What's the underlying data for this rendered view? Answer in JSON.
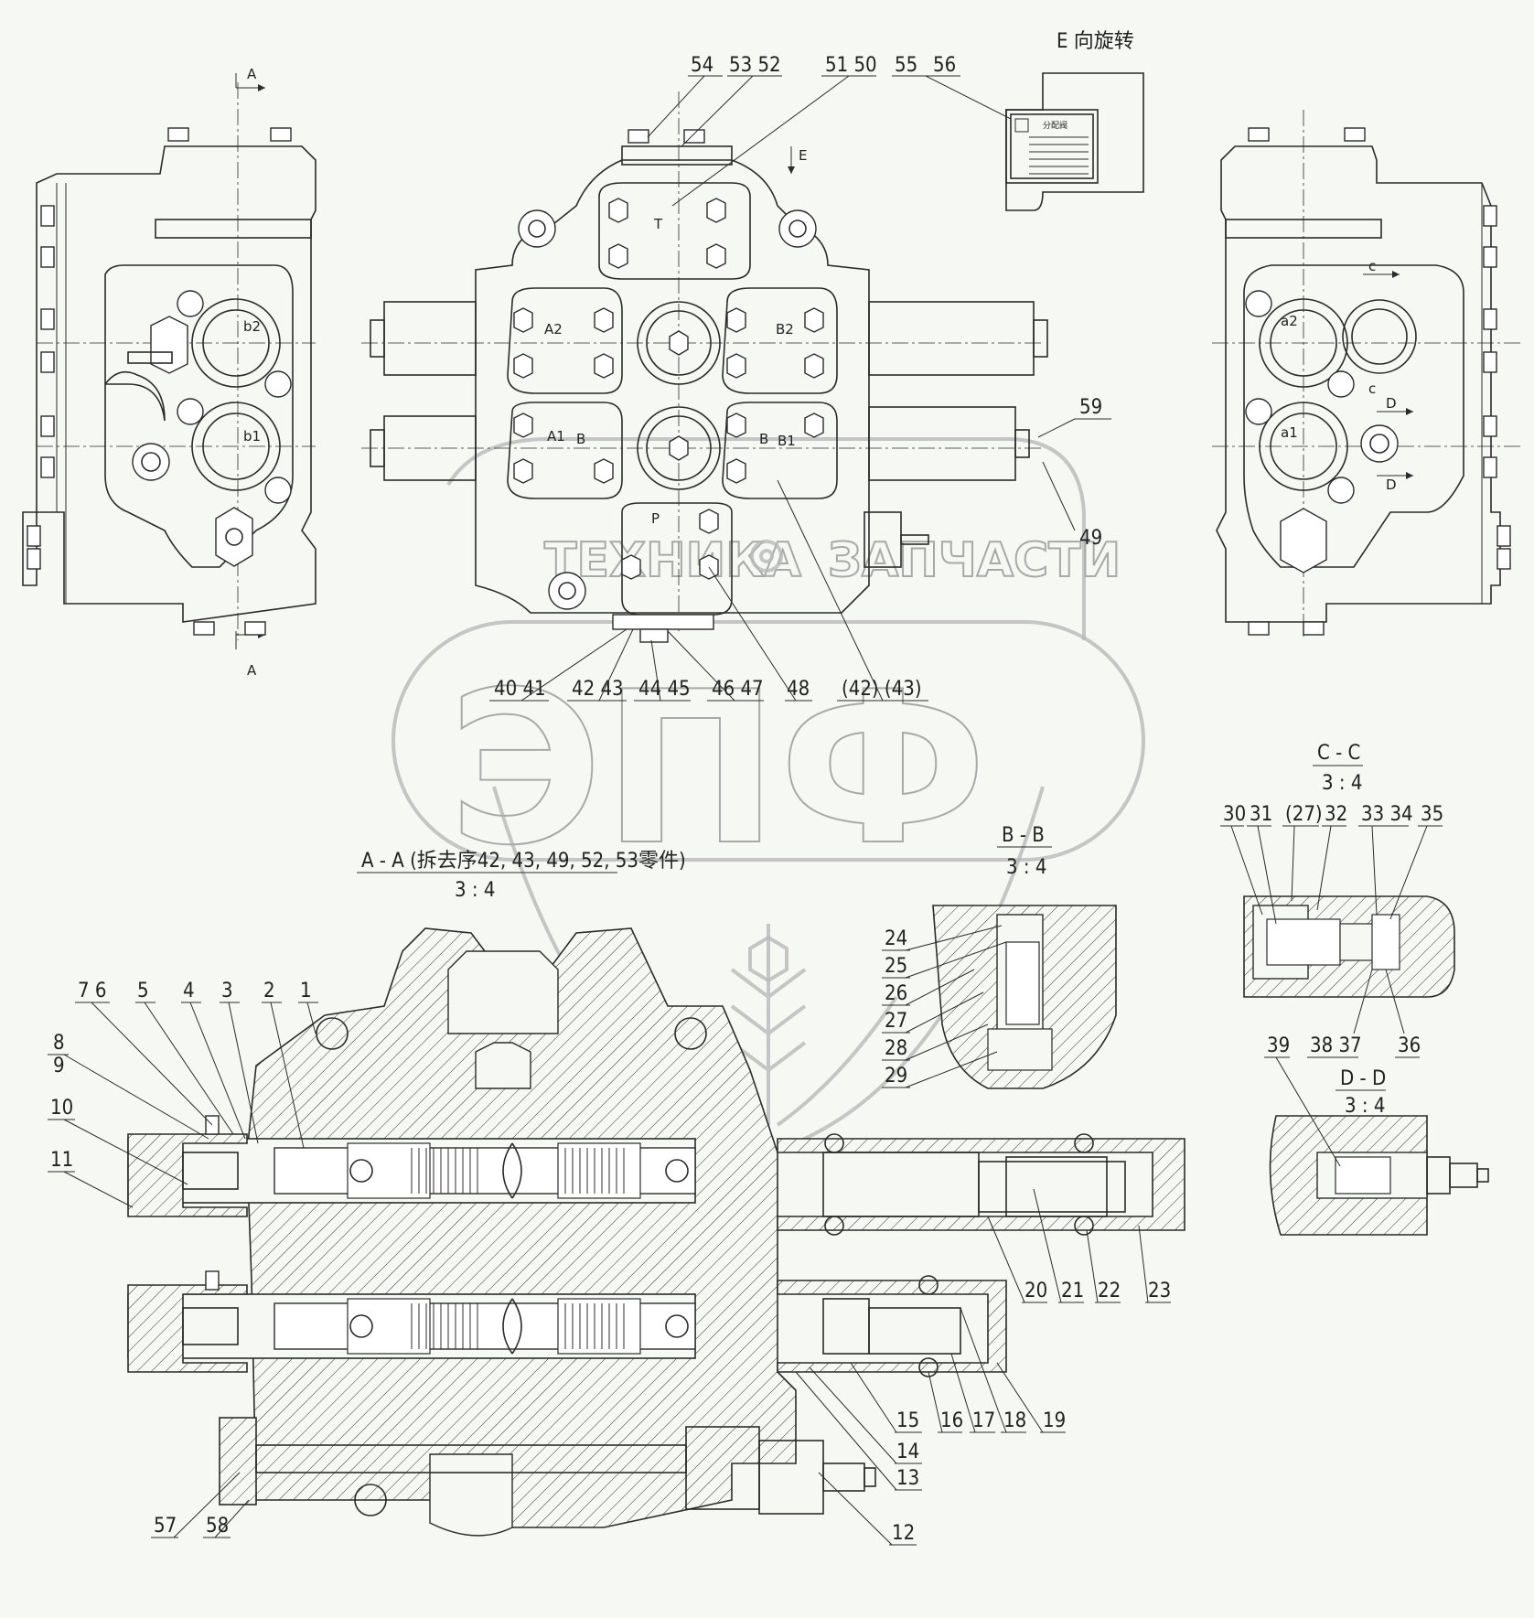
{
  "part_labels": {
    "top_row": [
      "54",
      "53 52",
      "51 50",
      "55",
      "56"
    ],
    "bottom_front": [
      "40 41",
      "42 43",
      "44 45",
      "46 47",
      "48",
      "(42) (43)"
    ],
    "right_front": [
      "59",
      "49"
    ],
    "section_aa": [
      "7 6",
      "5",
      "4",
      "3",
      "2",
      "1",
      "8",
      "9",
      "10",
      "11",
      "12",
      "13",
      "14",
      "15",
      "16",
      "17",
      "18",
      "19",
      "20",
      "21",
      "22",
      "23",
      "57",
      "58"
    ],
    "section_bb": [
      "24",
      "25",
      "26",
      "27",
      "28",
      "29"
    ],
    "section_cc": [
      "30",
      "31",
      "(27)",
      "32",
      "33 34",
      "35",
      "38 37",
      "36"
    ],
    "section_dd": [
      "39"
    ]
  },
  "port_labels": {
    "front": [
      "T",
      "A2",
      "B2",
      "A1",
      "B1",
      "P",
      "B",
      "B"
    ],
    "left_side": [
      "b2",
      "b1"
    ],
    "right_side": [
      "a2",
      "a1",
      "c",
      "c",
      "D",
      "D"
    ]
  },
  "view_markers": {
    "section_a_top": "A",
    "section_a_bottom": "A",
    "view_e": "E",
    "view_e_caption": "E 向旋转"
  },
  "section_titles": {
    "aa_title": "A - A (拆去序42, 43, 49, 52, 53零件)",
    "aa_scale": "3 : 4",
    "bb_title": "B - B",
    "bb_scale": "3 : 4",
    "cc_title": "C - C",
    "cc_scale": "3 : 4",
    "dd_title": "D - D",
    "dd_scale": "3 : 4"
  },
  "nameplate": {
    "header": "分配阀"
  },
  "watermark": {
    "line1_left": "ТЕХНИКА",
    "line1_right": "ЗАПЧАСТИ",
    "emblem": "ЭПФ"
  }
}
